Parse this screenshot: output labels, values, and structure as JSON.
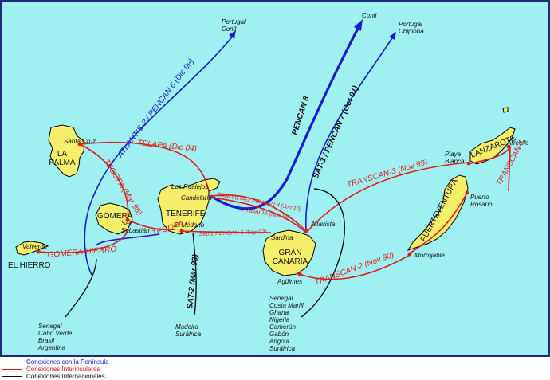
{
  "islands": {
    "la_palma": "LA\nPALMA",
    "el_hierro": "EL HIERRO",
    "gomera": "GOMERA",
    "tenerife": "TENERIFE",
    "gran_canaria": "GRAN\nCANARIA",
    "fuerteventura": "FUERTEVENTURA",
    "lanzarote": "LANZAROTE"
  },
  "ports": {
    "santa_cruz": "Santa Cruz",
    "valverde": "Valverde",
    "san_sebastian": "San\nSebastián",
    "los_realejos": "Los Realejos",
    "candelaria": "Candelaria",
    "el_medano": "El Médano",
    "sardina": "Sardina",
    "altavista": "Altavista",
    "aguimes": "Agüimes",
    "playa_blanca": "Playa\nBlanca",
    "arrecife": "Arrecife",
    "puerto_rosario": "Puerto\nRosario",
    "morrojable": "Morrojable"
  },
  "destinations": {
    "portugal_conil": "Portugal\nConil",
    "conil": "Conil",
    "portugal_chipiona": "Portugal\nChipiona",
    "south_atlantic_1": "Senegal\nCabo Verde\nBrasil\nArgentina",
    "south_atlantic_2": "Madeira\nSuráfrica",
    "africa": "Senegal\nCosta Marfil\nGhana\nNigeria\nCamerún\nGabón\nAngola\nSuráfrica"
  },
  "routes": {
    "atlantis": "ATLANTIS-2 / PENCAN 6 (Dic 99)",
    "pencan8": "PENCAN 8",
    "sat3": "SAT-3 / PENCAN 7 (Oct 01)",
    "telapa": "TELAPA (Dic 04)",
    "tegopa1": "TEGOPA (Mar 95)",
    "tegopa2": "TEGOPA",
    "gomera_hierro": "GOMERA-HIERRO",
    "candalta2": "CANDALTA-2 PENCAN 4 (Jun 10)",
    "candalta": "CANDALTA (Nov 99)",
    "sep2": "Sep 2 PENCAN-5 (Sep 92)",
    "sat2": "SAT-2 (Mar 93)",
    "transcan3": "TRANSCAN-3 (Nov 99)",
    "transcan2": "TRANSCAN-2 (Nov 90)",
    "transcan": "TRANSCAN-1"
  },
  "legend": {
    "peninsula": "Conexiones con la Península",
    "interinsulares": "Conexiones Interinsulares",
    "internacionales": "Conexiones Internacionales"
  },
  "colors": {
    "sea": "#9ff0f0",
    "island": "#f7ef6a",
    "interinsular": "#dd1c1c",
    "peninsula": "#1a1ad6",
    "internacional": "#111111"
  }
}
